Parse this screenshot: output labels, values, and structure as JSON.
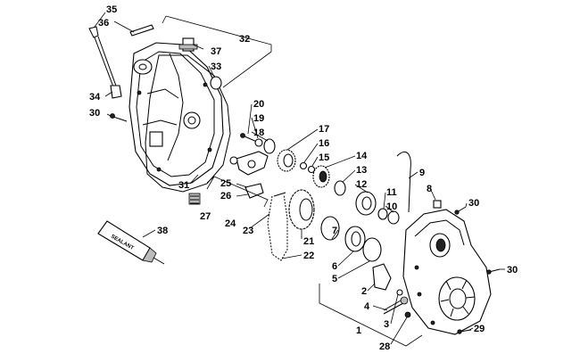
{
  "labels": {
    "l1": "1",
    "l2": "2",
    "l3": "3",
    "l4": "4",
    "l5": "5",
    "l6": "6",
    "l7": "7",
    "l8": "8",
    "l9": "9",
    "l10": "10",
    "l11": "11",
    "l12": "12",
    "l13": "13",
    "l14": "14",
    "l15": "15",
    "l16": "16",
    "l17": "17",
    "l18": "18",
    "l19": "19",
    "l20": "20",
    "l21": "21",
    "l22": "22",
    "l23": "23",
    "l24": "24",
    "l25": "25",
    "l26": "26",
    "l27": "27",
    "l28": "28",
    "l29": "29",
    "l30a": "30",
    "l30b": "30",
    "l30c": "30",
    "l31": "31",
    "l32": "32",
    "l33": "33",
    "l34": "34",
    "l35": "35",
    "l36": "36",
    "l37": "37",
    "l38": "38"
  },
  "sealant_tube_text": "SEALANT"
}
